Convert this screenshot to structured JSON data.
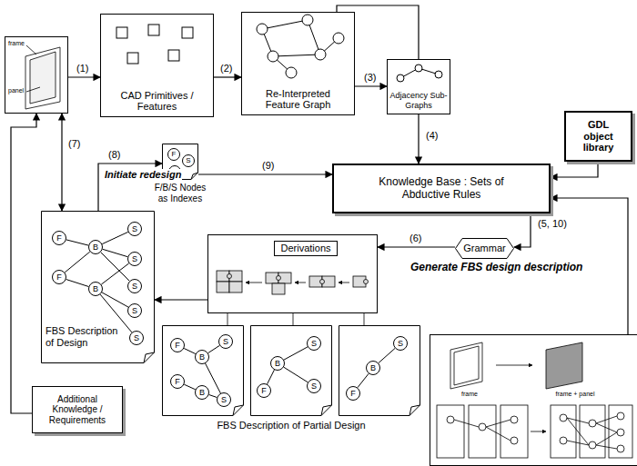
{
  "diagram": {
    "nodes": [
      {
        "text": [
          "frame",
          "panel"
        ]
      },
      {
        "text": [
          "CAD Primitives / Features"
        ]
      },
      {
        "text": [
          "Re-Interpreted Feature Graph"
        ]
      },
      {
        "text": [
          "Adjacency Sub-Graphs"
        ]
      },
      {
        "text": [
          "GDL object library"
        ]
      },
      {
        "text": [
          "Knowledge Base : Sets of Abductive Rules"
        ]
      },
      {
        "text": [
          "F/B/S Nodes as Indexes"
        ]
      },
      {
        "text": [
          "F"
        ],
        "in": 6
      },
      {
        "text": [
          "S"
        ],
        "in": 6
      },
      {
        "text": [
          "B"
        ],
        "in": 6
      },
      {
        "text": [
          "FBS Description of Design"
        ]
      },
      {
        "text": [
          "F"
        ],
        "in": 10
      },
      {
        "text": [
          "B"
        ],
        "in": 10
      },
      {
        "text": [
          "S"
        ],
        "in": 10
      },
      {
        "text": [
          "S"
        ],
        "in": 10
      },
      {
        "text": [
          "F"
        ],
        "in": 10
      },
      {
        "text": [
          "B"
        ],
        "in": 10
      },
      {
        "text": [
          "S"
        ],
        "in": 10
      },
      {
        "text": [
          "S"
        ],
        "in": 10
      },
      {
        "text": [
          "S"
        ],
        "in": 10
      },
      {
        "text": [
          "Derivations"
        ]
      },
      {
        "text": [
          "Grammar"
        ]
      },
      {
        "text": []
      },
      {
        "text": [
          "F"
        ],
        "in": 22
      },
      {
        "text": [
          "B"
        ],
        "in": 22
      },
      {
        "text": [
          "S"
        ],
        "in": 22
      },
      {
        "text": [
          "F"
        ],
        "in": 22
      },
      {
        "text": [
          "B"
        ],
        "in": 22
      },
      {
        "text": [
          "S"
        ],
        "in": 22
      },
      {
        "text": [
          "FBS Description of Partial Design"
        ]
      },
      {
        "text": [
          "S"
        ],
        "in": 29
      },
      {
        "text": [
          "B"
        ],
        "in": 29
      },
      {
        "text": [
          "F"
        ],
        "in": 29
      },
      {
        "text": [
          "S"
        ],
        "in": 29
      },
      {
        "text": []
      },
      {
        "text": [
          "S"
        ],
        "in": 34
      },
      {
        "text": [
          "B"
        ],
        "in": 34
      },
      {
        "text": [
          "F"
        ],
        "in": 34
      },
      {
        "text": [
          "Additional Knowledge / Requirements"
        ]
      },
      {
        "text": [
          "frame",
          "frame + panel"
        ]
      }
    ],
    "edges": [
      {
        "from": 0,
        "to": 1,
        "arrow": "to",
        "label": "(1)"
      },
      {
        "from": 1,
        "to": 2,
        "arrow": "to",
        "label": "(2)"
      },
      {
        "from": 2,
        "to": 3,
        "arrow": "to",
        "label": "(3)"
      },
      {
        "from": 2,
        "to": 3,
        "arrow": "none"
      },
      {
        "from": 3,
        "to": 5,
        "arrow": "to",
        "label": "(4)"
      },
      {
        "from": 4,
        "to": 5,
        "arrow": "to"
      },
      {
        "from": 39,
        "to": 5,
        "arrow": "to"
      },
      {
        "from": 5,
        "to": 21,
        "arrow": "to",
        "label": "(5, 10)"
      },
      {
        "from": 21,
        "to": 20,
        "arrow": "to",
        "label": "(6)"
      },
      {
        "from": 20,
        "to": 10,
        "arrow": "to"
      },
      {
        "from": 0,
        "to": 10,
        "arrow": "both",
        "label": "(7)"
      },
      {
        "from": 10,
        "to": 6,
        "arrow": "to",
        "label": "(8)"
      },
      {
        "from": 6,
        "to": 5,
        "arrow": "to",
        "label": "(9)"
      },
      {
        "from": 38,
        "to": 0,
        "arrow": "to"
      },
      {
        "from": 11,
        "to": 12,
        "arrow": "none"
      },
      {
        "from": 15,
        "to": 12,
        "arrow": "none"
      },
      {
        "from": 15,
        "to": 16,
        "arrow": "none"
      },
      {
        "from": 12,
        "to": 13,
        "arrow": "none"
      },
      {
        "from": 12,
        "to": 14,
        "arrow": "none"
      },
      {
        "from": 12,
        "to": 17,
        "arrow": "none"
      },
      {
        "from": 16,
        "to": 14,
        "arrow": "none"
      },
      {
        "from": 16,
        "to": 18,
        "arrow": "none"
      },
      {
        "from": 16,
        "to": 19,
        "arrow": "none"
      },
      {
        "from": 23,
        "to": 24,
        "arrow": "none"
      },
      {
        "from": 24,
        "to": 25,
        "arrow": "none"
      },
      {
        "from": 26,
        "to": 27,
        "arrow": "none"
      },
      {
        "from": 27,
        "to": 28,
        "arrow": "none"
      },
      {
        "from": 24,
        "to": 28,
        "arrow": "none"
      },
      {
        "from": 32,
        "to": 31,
        "arrow": "none"
      },
      {
        "from": 31,
        "to": 30,
        "arrow": "none"
      },
      {
        "from": 31,
        "to": 33,
        "arrow": "none"
      },
      {
        "from": 37,
        "to": 36,
        "arrow": "none"
      },
      {
        "from": 36,
        "to": 35,
        "arrow": "none"
      }
    ],
    "labels": [
      "Initiate redesign",
      "Generate FBS design description"
    ]
  }
}
